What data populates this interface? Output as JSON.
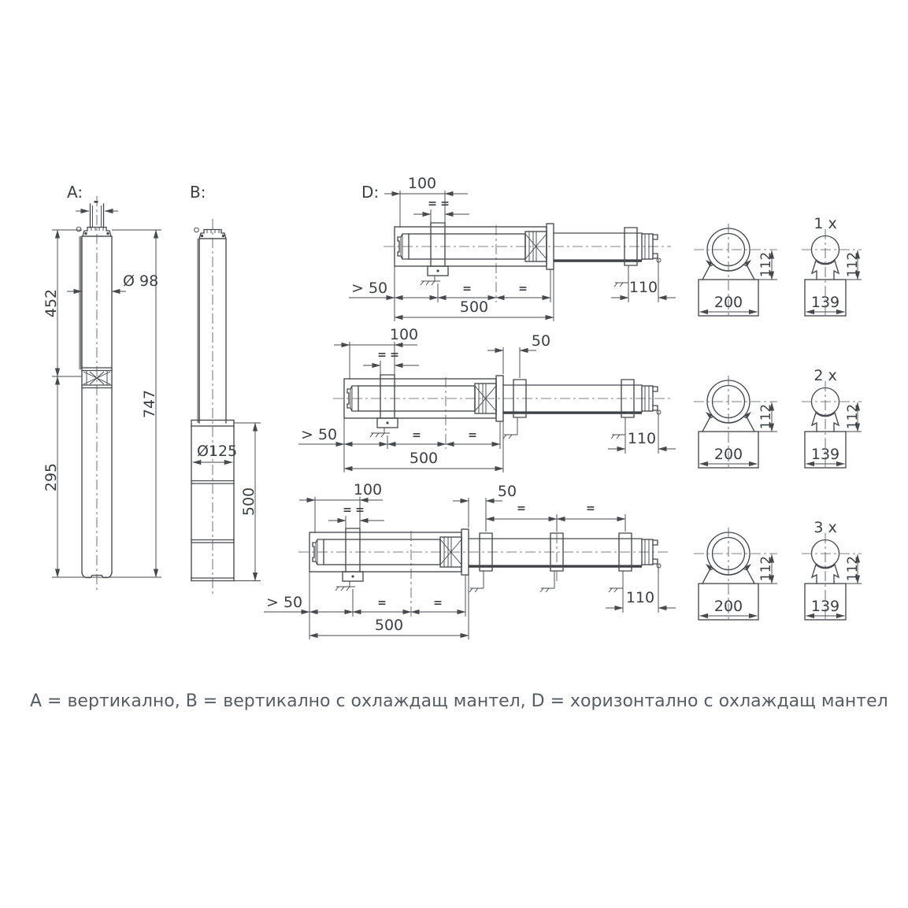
{
  "legend": "A = вертикално, B = вертикално с охлаждащ мантел, D = хоризонтално с охлаждащ мантел",
  "view_labels": {
    "a": "A:",
    "b": "B:",
    "d": "D:"
  },
  "sym": {
    "eq": "="
  },
  "pump_a": {
    "diameter": "Ø 98",
    "upper_section": "452",
    "lower_section": "295",
    "total_height": "747"
  },
  "pump_b": {
    "jacket_diameter": "Ø125",
    "jacket_length": "500"
  },
  "d_dims": {
    "clamp_offset": "100",
    "wall_clearance": "> 50",
    "jacket_span": "500",
    "motor_end_offset": "110",
    "clamp_gap": "50"
  },
  "sections": {
    "counts": [
      "1 x",
      "2 x",
      "3 x"
    ],
    "saddle_base": "200",
    "center_height": "112",
    "clamp_base": "139"
  }
}
